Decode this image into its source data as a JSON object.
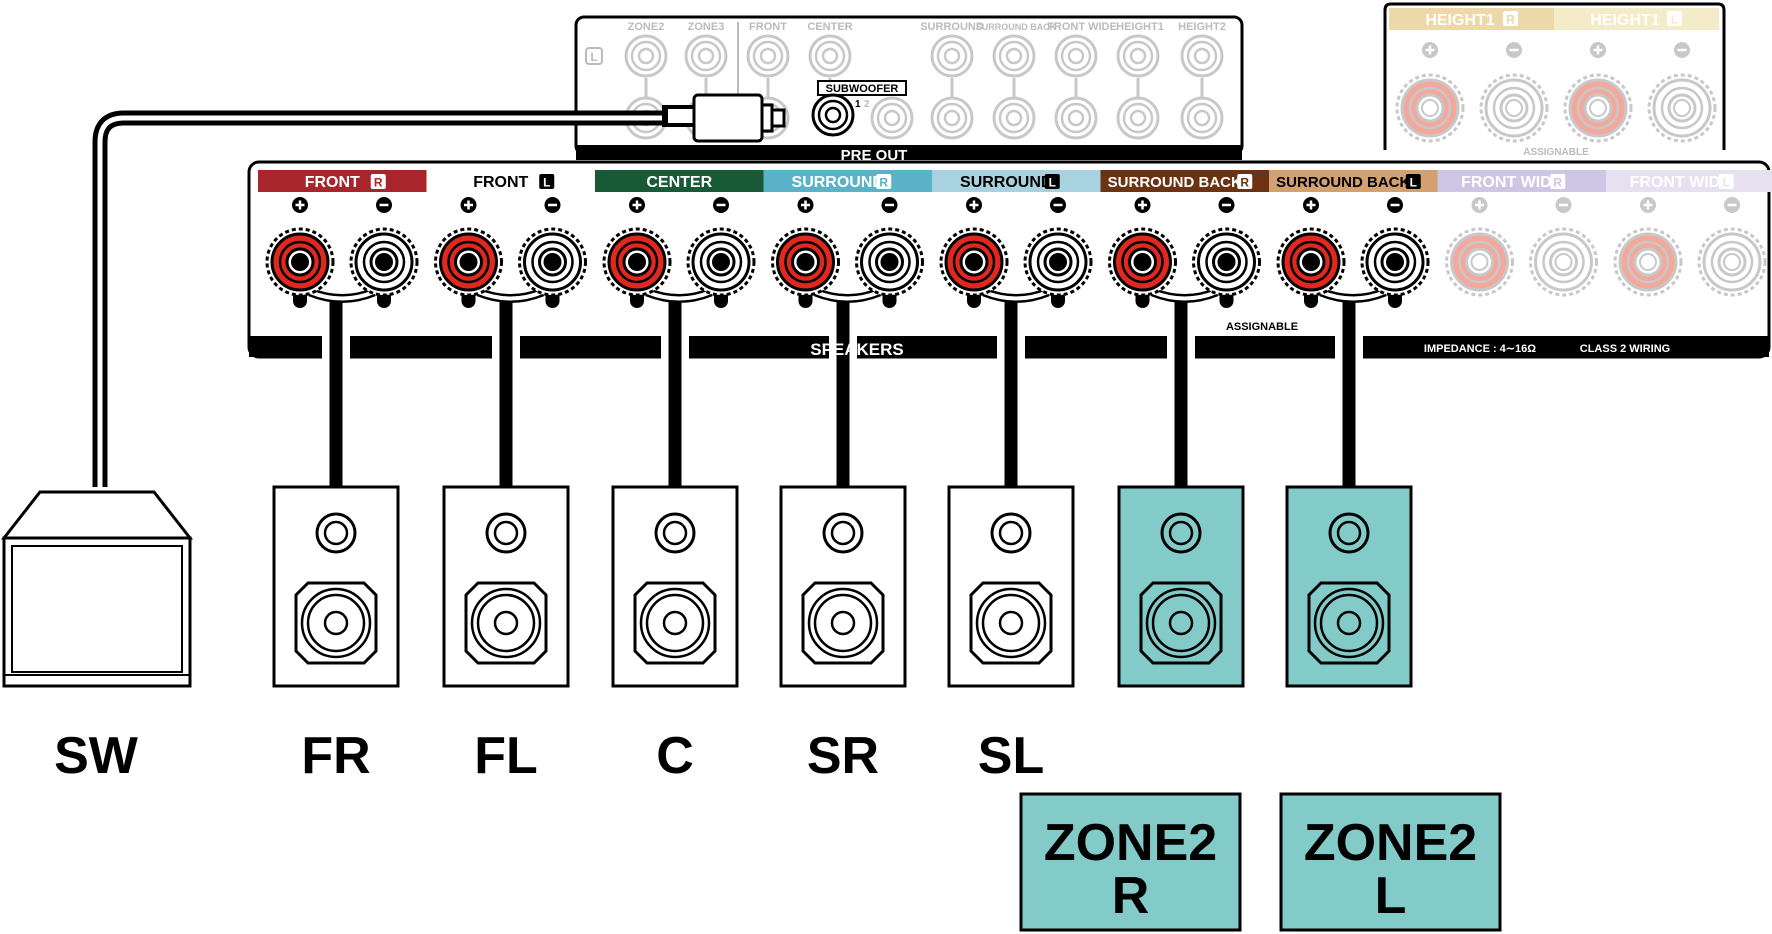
{
  "preout": {
    "title": "PRE OUT",
    "l_marker": "L",
    "subwoofer_label": "SUBWOOFER",
    "sub_num1": "1",
    "sub_num2": "2",
    "headers": [
      "ZONE2",
      "ZONE3",
      "FRONT",
      "CENTER",
      "SURROUND",
      "SURROUND BACK",
      "FRONT WIDE",
      "HEIGHT1",
      "HEIGHT2"
    ]
  },
  "height_panel": {
    "labels": [
      "HEIGHT1",
      "HEIGHT1"
    ],
    "markers": [
      "R",
      "L"
    ],
    "assignable": "ASSIGNABLE",
    "colors": [
      "#ecd8a8",
      "#f4ebc8"
    ]
  },
  "speakers_panel": {
    "title": "SPEAKERS",
    "assignable": "ASSIGNABLE",
    "impedance": "IMPEDANCE : 4∼16Ω",
    "wiring": "CLASS 2 WIRING",
    "plus": "+",
    "minus": "−",
    "channels": [
      {
        "name": "FRONT",
        "marker": "R",
        "color": "#a8262b",
        "text": "#ffffff",
        "faded": false
      },
      {
        "name": "FRONT",
        "marker": "L",
        "color": "#ffffff",
        "text": "#000000",
        "faded": false
      },
      {
        "name": "CENTER",
        "marker": "",
        "color": "#175a35",
        "text": "#ffffff",
        "faded": false
      },
      {
        "name": "SURROUND",
        "marker": "R",
        "color": "#5ab2c8",
        "text": "#ffffff",
        "faded": false
      },
      {
        "name": "SURROUND",
        "marker": "L",
        "color": "#a8d2e0",
        "text": "#000000",
        "faded": false
      },
      {
        "name": "SURROUND BACK",
        "marker": "R",
        "color": "#6b3312",
        "text": "#ffffff",
        "faded": false
      },
      {
        "name": "SURROUND BACK",
        "marker": "L",
        "color": "#d3a070",
        "text": "#000000",
        "faded": false
      },
      {
        "name": "FRONT WIDE",
        "marker": "R",
        "color": "#cfc5e4",
        "text": "#ffffff",
        "faded": true
      },
      {
        "name": "FRONT WIDE",
        "marker": "L",
        "color": "#e6e0f1",
        "text": "#ffffff",
        "faded": true
      }
    ]
  },
  "speakers": [
    {
      "label": "SW",
      "type": "subwoofer"
    },
    {
      "label": "FR",
      "type": "bookshelf",
      "fill": "#ffffff"
    },
    {
      "label": "FL",
      "type": "bookshelf",
      "fill": "#ffffff"
    },
    {
      "label": "C",
      "type": "bookshelf",
      "fill": "#ffffff"
    },
    {
      "label": "SR",
      "type": "bookshelf",
      "fill": "#ffffff"
    },
    {
      "label": "SL",
      "type": "bookshelf",
      "fill": "#ffffff"
    },
    {
      "label": "",
      "type": "bookshelf",
      "fill": "#82cbc8"
    },
    {
      "label": "",
      "type": "bookshelf",
      "fill": "#82cbc8"
    }
  ],
  "zones": [
    {
      "line1": "ZONE2",
      "line2": "R",
      "color": "#82cbc8"
    },
    {
      "line1": "ZONE2",
      "line2": "L",
      "color": "#82cbc8"
    }
  ],
  "colors": {
    "terminal_red": "#e0281e",
    "terminal_red_faded": "#f3a89b",
    "panel_stroke": "#000000"
  }
}
